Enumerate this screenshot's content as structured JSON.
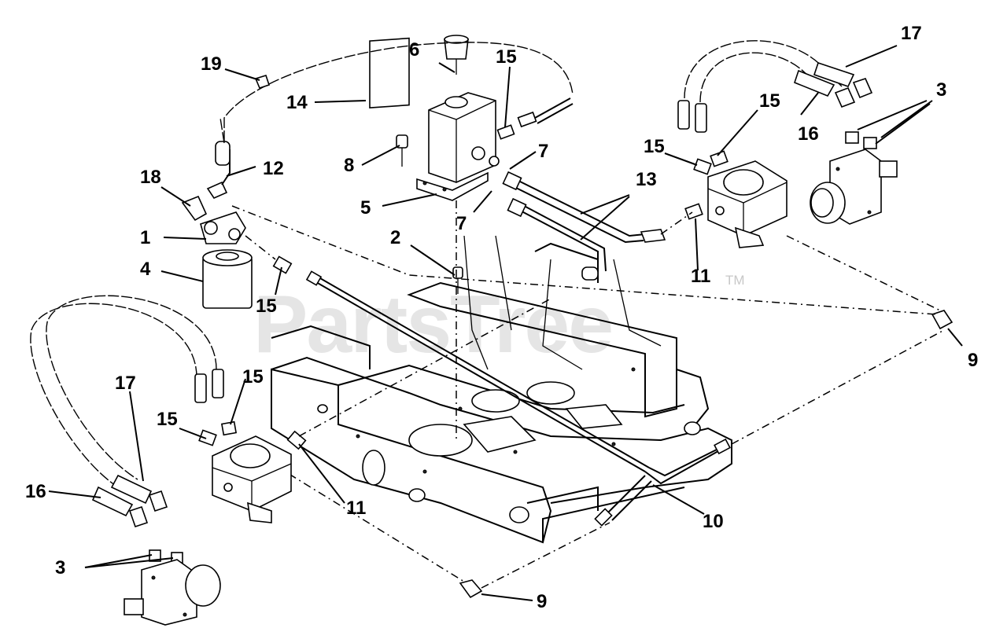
{
  "watermark": {
    "brand": "PartsTree",
    "trademark": "TM"
  },
  "callouts": [
    {
      "id": "c1",
      "label": "1"
    },
    {
      "id": "c2",
      "label": "2"
    },
    {
      "id": "c3a",
      "label": "3"
    },
    {
      "id": "c3b",
      "label": "3"
    },
    {
      "id": "c4",
      "label": "4"
    },
    {
      "id": "c5",
      "label": "5"
    },
    {
      "id": "c6",
      "label": "6"
    },
    {
      "id": "c7a",
      "label": "7"
    },
    {
      "id": "c7b",
      "label": "7"
    },
    {
      "id": "c8",
      "label": "8"
    },
    {
      "id": "c9a",
      "label": "9"
    },
    {
      "id": "c9b",
      "label": "9"
    },
    {
      "id": "c10",
      "label": "10"
    },
    {
      "id": "c11a",
      "label": "11"
    },
    {
      "id": "c11b",
      "label": "11"
    },
    {
      "id": "c12",
      "label": "12"
    },
    {
      "id": "c13",
      "label": "13"
    },
    {
      "id": "c14",
      "label": "14"
    },
    {
      "id": "c15a",
      "label": "15"
    },
    {
      "id": "c15b",
      "label": "15"
    },
    {
      "id": "c15c",
      "label": "15"
    },
    {
      "id": "c15d",
      "label": "15"
    },
    {
      "id": "c15e",
      "label": "15"
    },
    {
      "id": "c15f",
      "label": "15"
    },
    {
      "id": "c16a",
      "label": "16"
    },
    {
      "id": "c16b",
      "label": "16"
    },
    {
      "id": "c17a",
      "label": "17"
    },
    {
      "id": "c17b",
      "label": "17"
    },
    {
      "id": "c18",
      "label": "18"
    },
    {
      "id": "c19",
      "label": "19"
    }
  ]
}
